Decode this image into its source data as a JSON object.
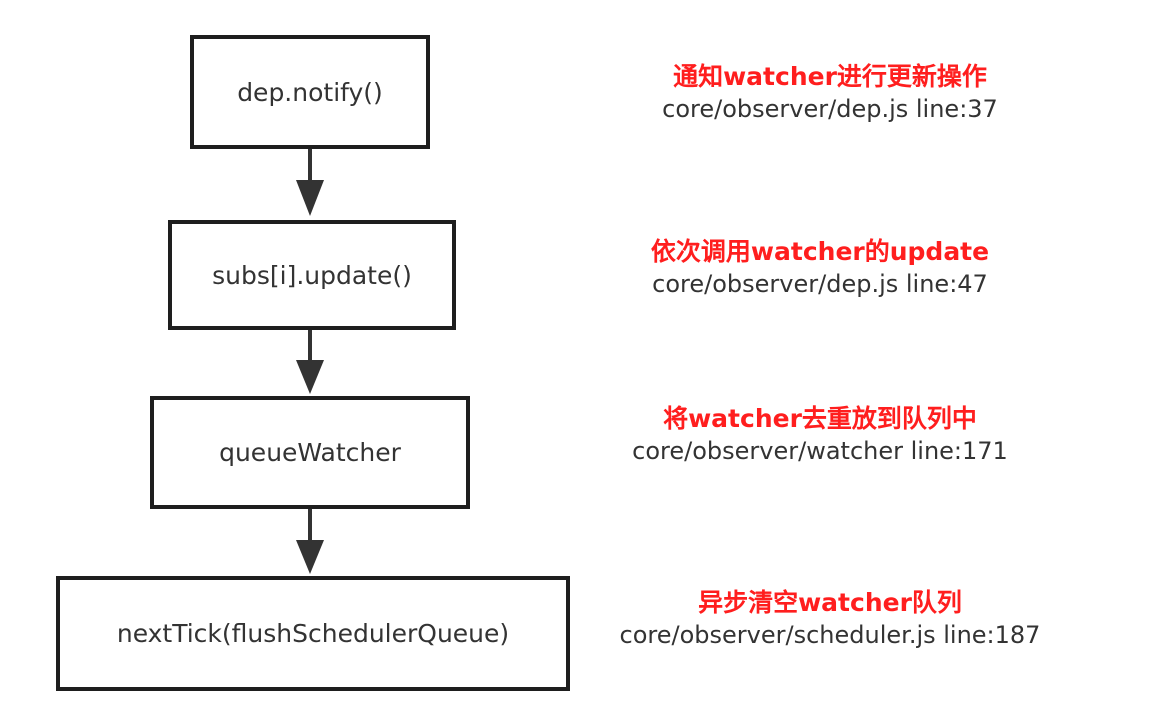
{
  "steps": [
    {
      "label": "dep.notify()"
    },
    {
      "label": "subs[i].update()"
    },
    {
      "label": "queueWatcher"
    },
    {
      "label": "nextTick(flushSchedulerQueue)"
    }
  ],
  "notes": [
    {
      "title": "通知watcher进行更新操作",
      "path": "core/observer/dep.js  line:37"
    },
    {
      "title": "依次调用watcher的update",
      "path": "core/observer/dep.js  line:47"
    },
    {
      "title": "将watcher去重放到队列中",
      "path": "core/observer/watcher  line:171"
    },
    {
      "title": "异步清空watcher队列",
      "path": "core/observer/scheduler.js  line:187"
    }
  ],
  "colors": {
    "title": "#ff1e1e",
    "text": "#333333",
    "stroke": "#1e1e1e"
  }
}
